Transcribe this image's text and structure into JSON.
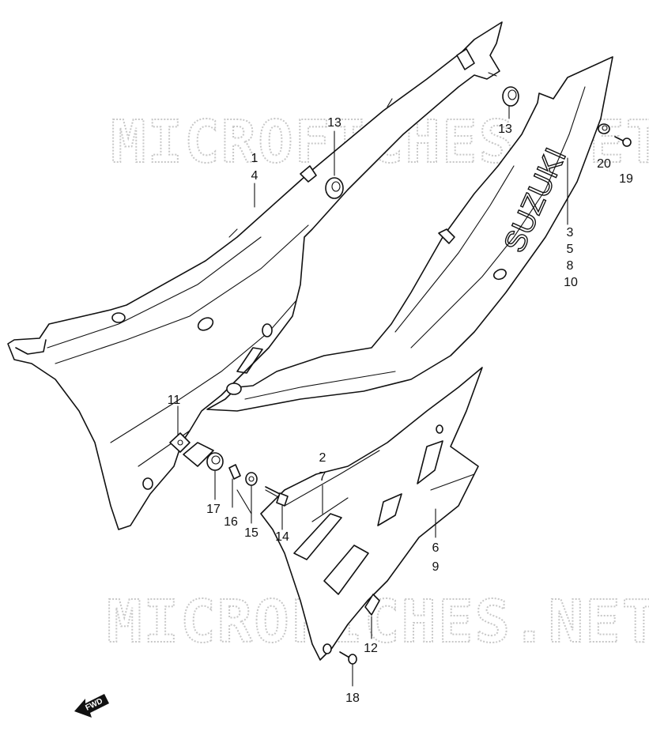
{
  "watermark": {
    "text": "MICROFICHES.NET"
  },
  "brand_mark": {
    "text": "SUZUKI",
    "logo": "suzuki-s-logo"
  },
  "direction_arrow": {
    "text": "FWD"
  },
  "callouts": {
    "c1": "1",
    "c4": "4",
    "c13a": "13",
    "c13b": "13",
    "c20": "20",
    "c19": "19",
    "c3": "3",
    "c5": "5",
    "c8": "8",
    "c10": "10",
    "c11": "11",
    "c2": "2",
    "c7": "7",
    "c17": "17",
    "c16": "16",
    "c15": "15",
    "c14": "14",
    "c6": "6",
    "c9": "9",
    "c12": "12",
    "c18": "18"
  }
}
